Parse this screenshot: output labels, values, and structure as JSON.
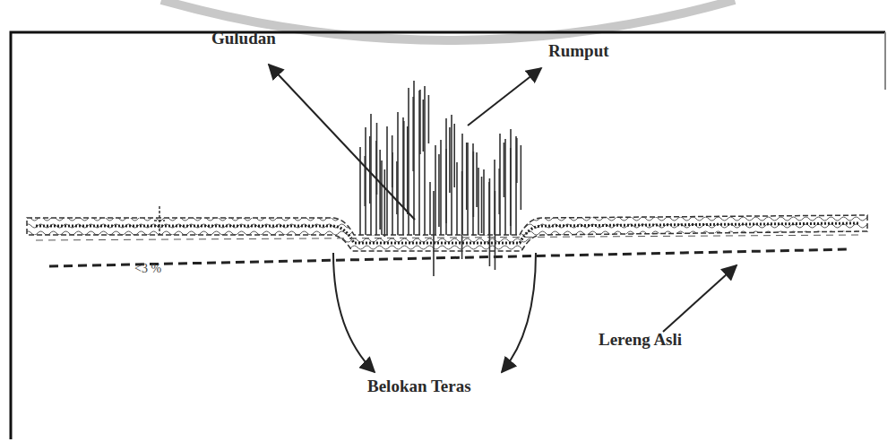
{
  "diagram": {
    "labels": [
      "Guludan",
      "Rumput",
      "<3 %",
      "Belokan Teras",
      "Lereng Asli"
    ]
  }
}
